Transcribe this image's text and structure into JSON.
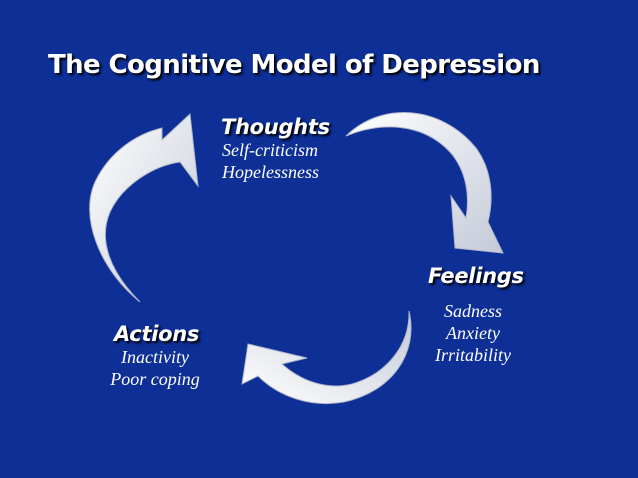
{
  "slide": {
    "title": "The Cognitive Model of Depression"
  },
  "nodes": {
    "thoughts": {
      "heading": "Thoughts",
      "items": [
        "Self-criticism",
        "Hopelessness"
      ]
    },
    "feelings": {
      "heading": "Feelings",
      "items": [
        "Sadness",
        "Anxiety",
        "Irritability"
      ]
    },
    "actions": {
      "heading": "Actions",
      "items": [
        "Inactivity",
        "Poor coping"
      ]
    }
  },
  "colors": {
    "background": "#0d2f96",
    "text": "#ffffff",
    "arrow_fill": "#ffffff",
    "arrow_shade": "#b9c0d2"
  }
}
